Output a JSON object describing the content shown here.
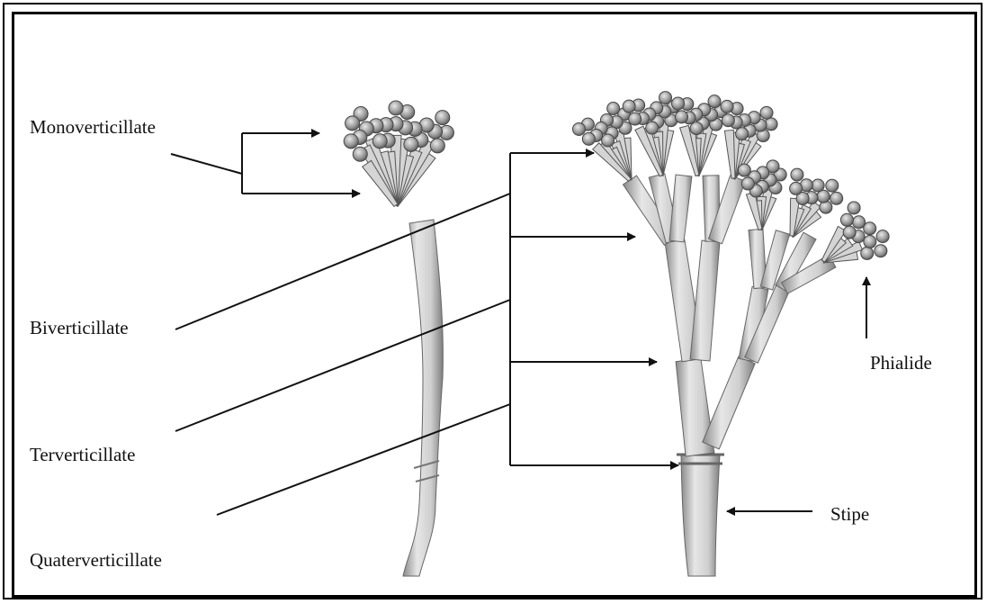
{
  "labels": {
    "monoverticillate": "Monoverticillate",
    "biverticillate": "Biverticillate",
    "terverticillate": "Terverticillate",
    "quaterverticillate": "Quaterverticillate",
    "phialide": "Phialide",
    "stipe": "Stipe"
  },
  "colors": {
    "ink": "#111111",
    "stalk_fill": "#d9d9d9",
    "stalk_shade": "#8a8a8a",
    "spore_fill": "#9a9a9a"
  }
}
